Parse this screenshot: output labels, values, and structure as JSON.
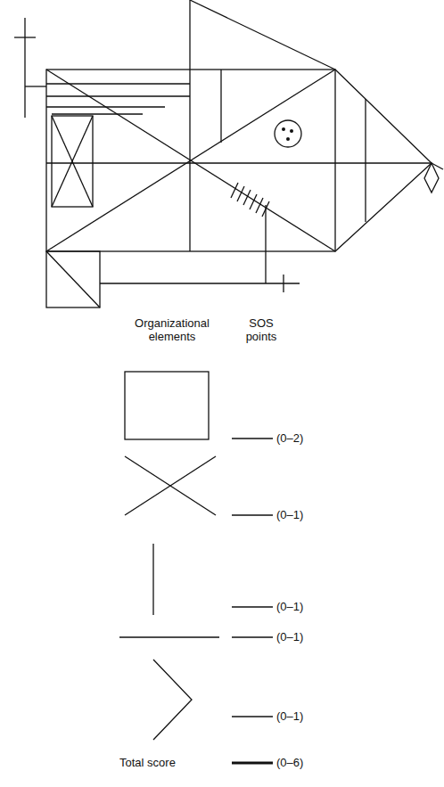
{
  "diagram": {
    "labels": [
      "Organizational elements",
      "SOS points",
      "(0–2)",
      "(0–1)",
      "(0–1)",
      "(0–1)",
      "(0–1)",
      "Total score",
      "(0–6)"
    ]
  }
}
